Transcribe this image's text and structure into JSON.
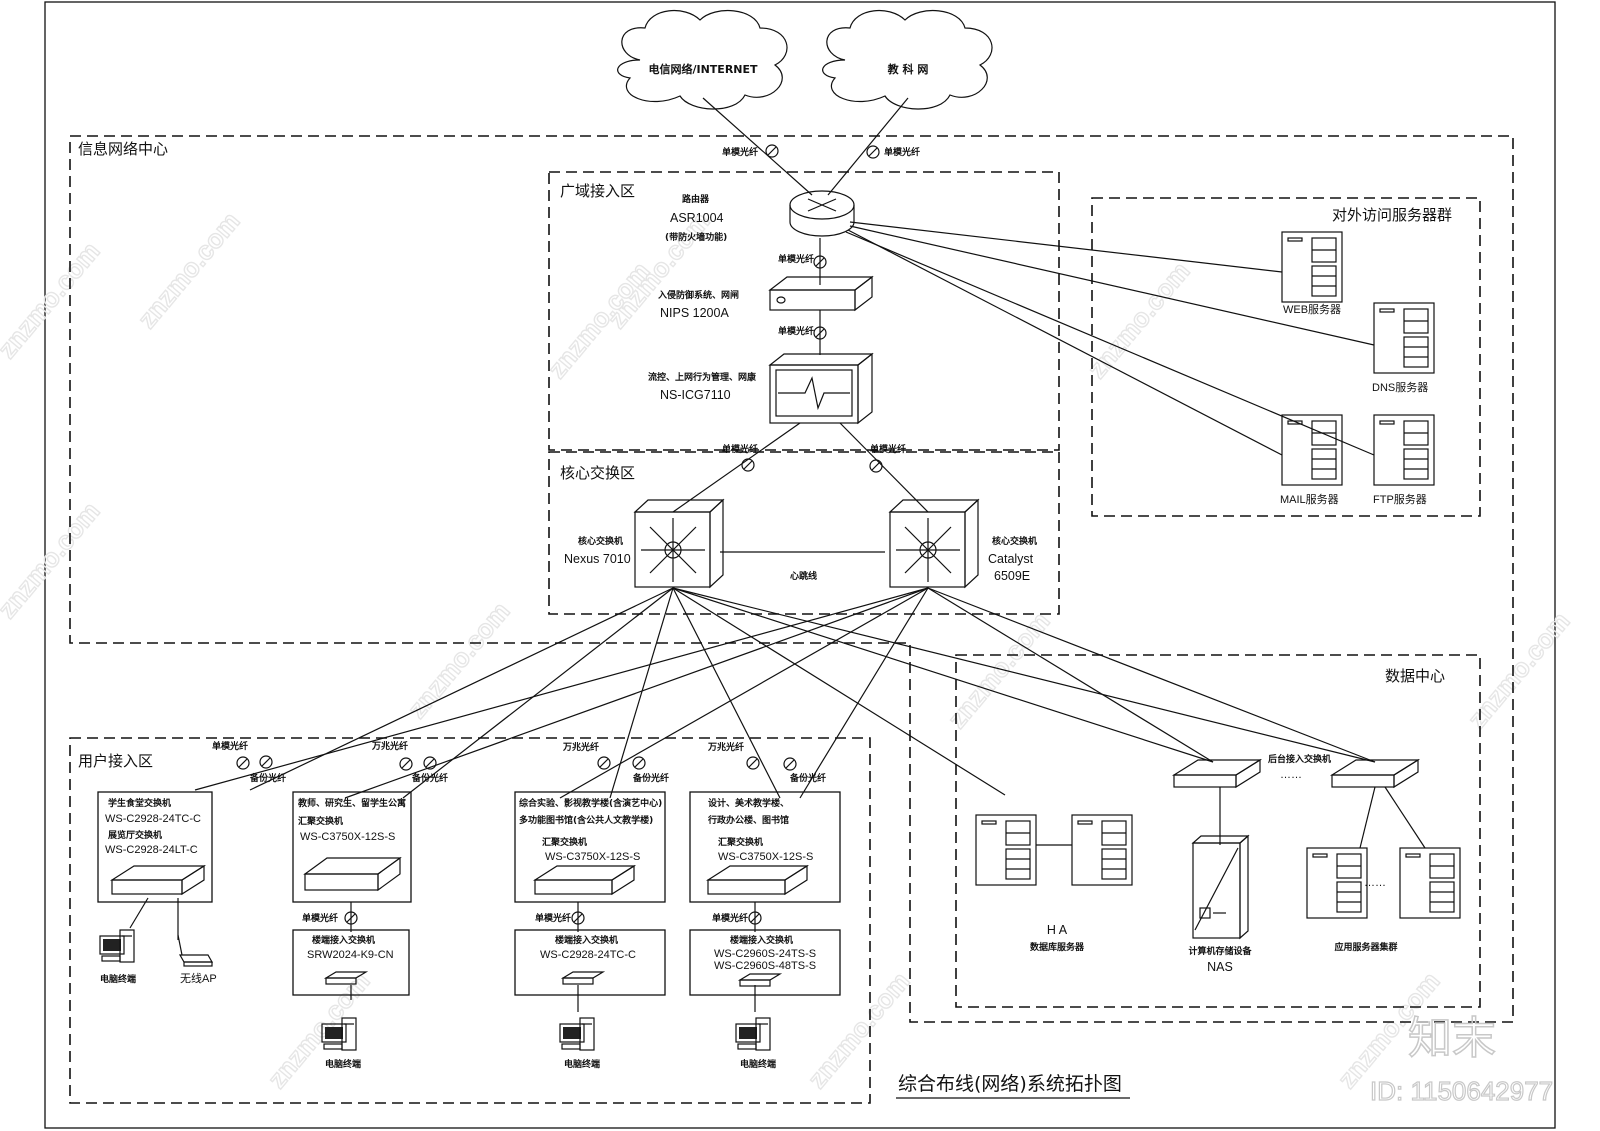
{
  "clouds": {
    "internet": "电信网络/INTERNET",
    "edu": "教 科 网"
  },
  "zones": {
    "info_center": "信息网络中心",
    "wan": "广域接入区",
    "core": "核心交换区",
    "servers_ext": "对外访问服务器群",
    "datacenter": "数据中心",
    "user": "用户接入区"
  },
  "router": {
    "name": "路由器",
    "model": "ASR1004",
    "note": "(带防火墙功能)"
  },
  "nips": {
    "name": "入侵防御系统、网闸",
    "model": "NIPS 1200A"
  },
  "icg": {
    "name": "流控、上网行为管理、网康",
    "model": "NS-ICG7110"
  },
  "core_a": {
    "name": "核心交换机",
    "model": "Nexus 7010"
  },
  "core_b": {
    "name": "核心交换机",
    "model1": "Catalyst",
    "model2": "6509E"
  },
  "heartbeat": "心跳线",
  "links": {
    "sm_fiber": "单模光纤",
    "backup": "备份光纤",
    "tengig": "万兆光纤"
  },
  "ext_servers": {
    "web": "WEB服务器",
    "dns": "DNS服务器",
    "mail": "MAIL服务器",
    "ftp": "FTP服务器"
  },
  "dc": {
    "backend_switch": "后台接入交换机",
    "ellipsis": "……",
    "ha1": "H A",
    "ha2": "数据库服务器",
    "nas1": "计算机存储设备",
    "nas2": "NAS",
    "app": "应用服务器集群",
    "dots": "……"
  },
  "access": {
    "g1": {
      "l1": "学生食堂交换机",
      "m1": "WS-C2928-24TC-C",
      "l2": "展览厅交换机",
      "m2": "WS-C2928-24LT-C",
      "pc": "电脑终端",
      "ap": "无线AP"
    },
    "g2": {
      "l1": "教师、研究生、留学生公寓",
      "agg": "汇聚交换机",
      "m1": "WS-C3750X-12S-S",
      "edge": "楼端接入交换机",
      "m2": "SRW2024-K9-CN",
      "pc": "电脑终端"
    },
    "g3": {
      "l1": "综合实验、影视教学楼(含演艺中心)",
      "l2": "多功能图书馆(含公共人文教学楼)",
      "agg": "汇聚交换机",
      "m1": "WS-C3750X-12S-S",
      "edge": "楼端接入交换机",
      "m2": "WS-C2928-24TC-C",
      "pc": "电脑终端"
    },
    "g4": {
      "l1": "设计、美术教学楼、",
      "l2": "行政办公楼、图书馆",
      "agg": "汇聚交换机",
      "m1": "WS-C3750X-12S-S",
      "edge": "楼端接入交换机",
      "m2": "WS-C2960S-24TS-S",
      "m3": "WS-C2960S-48TS-S",
      "pc": "电脑终端"
    }
  },
  "title": "综合布线(网络)系统拓扑图",
  "watermark": "znzmo.com",
  "brand": "知末",
  "id_text": "ID: 1150642977"
}
